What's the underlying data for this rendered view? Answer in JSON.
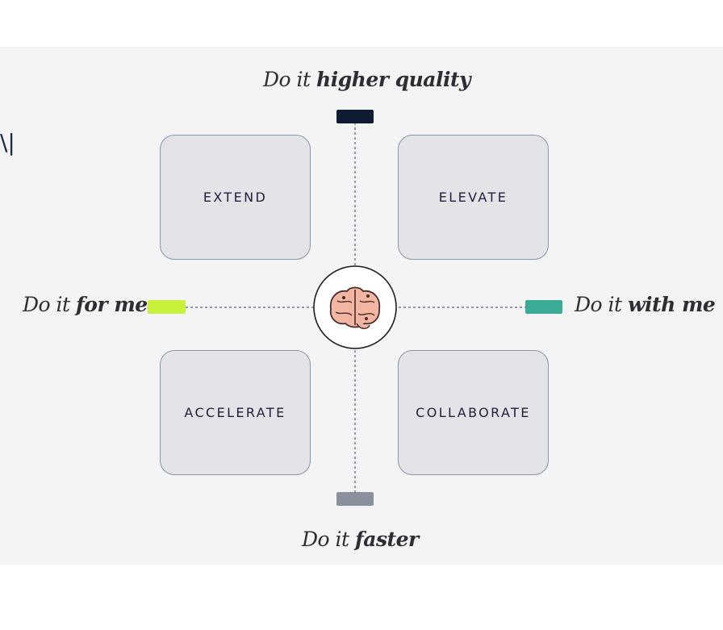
{
  "edge_fragment": "\\|",
  "axes": {
    "top": {
      "prefix": "Do it ",
      "emphasis": "higher quality",
      "color": "#0f1b33"
    },
    "bottom": {
      "prefix": "Do it ",
      "emphasis": "faster",
      "color": "#8a919c"
    },
    "left": {
      "prefix": "Do it ",
      "emphasis": "for me",
      "color": "#c9f03a"
    },
    "right": {
      "prefix": "Do it ",
      "emphasis": "with me",
      "color": "#3aab94"
    }
  },
  "quadrants": {
    "top_left": "EXTEND",
    "top_right": "ELEVATE",
    "bottom_left": "ACCELERATE",
    "bottom_right": "COLLABORATE"
  },
  "center_icon": "brain-icon"
}
